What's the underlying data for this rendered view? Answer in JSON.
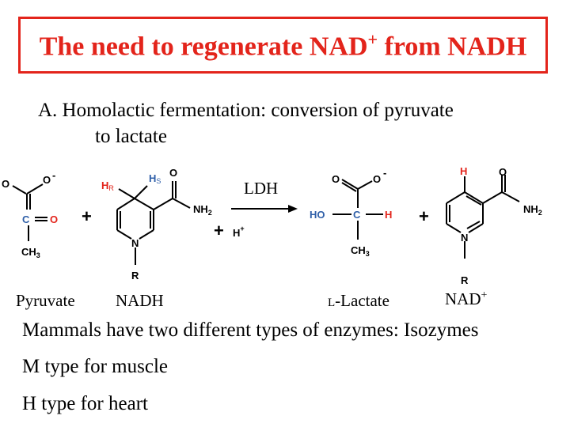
{
  "title": {
    "main": "The need to regenerate NAD",
    "sup": "+",
    "end": " from NADH"
  },
  "subtitle": {
    "line1": "A.  Homolactic fermentation: conversion of pyruvate",
    "line2": "to lactate"
  },
  "reaction": {
    "enzyme": "LDH",
    "atoms": {
      "O": "O",
      "O_minus": "O",
      "minus": "-",
      "C": "C",
      "CH3": "CH",
      "sub3": "3",
      "H": "H",
      "R_sub": "R",
      "S_sub": "S",
      "NH2": "NH",
      "sub2": "2",
      "N": "N",
      "R": "R",
      "HO": "HO",
      "Hplus": "H",
      "plus_sup": "+"
    },
    "plus_sign": "+"
  },
  "labels": {
    "pyruvate": "Pyruvate",
    "nadh": "NADH",
    "lactate_prefix": "L",
    "lactate": "-Lactate",
    "nad": "NAD",
    "nad_sup": "+"
  },
  "lines": [
    "Mammals have two different types of enzymes: Isozymes",
    "M type for muscle",
    "H type for heart"
  ],
  "colors": {
    "title_red": "#e3241b",
    "atom_red": "#e3241b",
    "atom_blue": "#2f5fa8",
    "black": "#000000"
  }
}
